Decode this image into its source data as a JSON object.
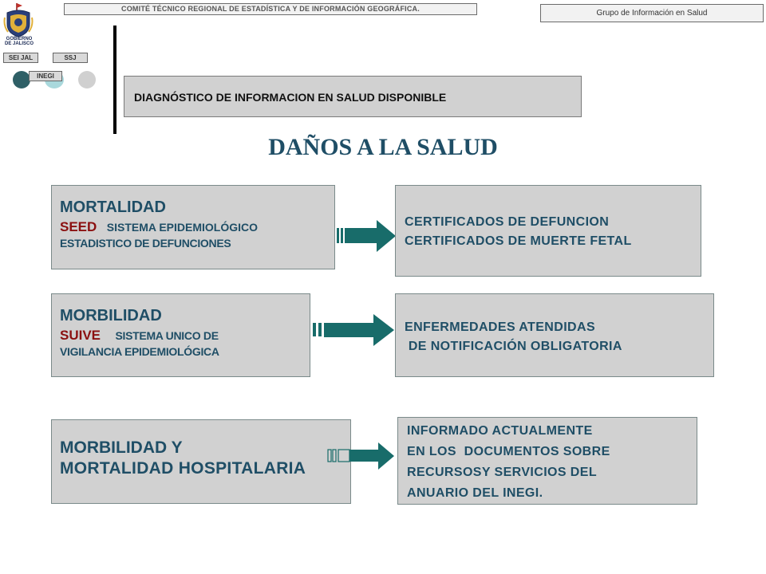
{
  "header": {
    "committee": "COMITÉ TÉCNICO REGIONAL DE ESTADÍSTICA Y DE INFORMACIÓN GEOGRÁFICA.",
    "group": "Grupo de Información en Salud"
  },
  "logo": {
    "text_line1": "GOBIERNO",
    "text_line2": "DE JALISCO"
  },
  "tags": {
    "sei": "SEI JAL",
    "ssj": "SSJ",
    "inegi": "INEGI"
  },
  "subtitle": "DIAGNÓSTICO DE INFORMACION EN SALUD DISPONIBLE",
  "title": "DAÑOS A LA SALUD",
  "colors": {
    "teal": "#1f4e66",
    "arrow": "#186c6a",
    "box_bg": "#d1d1d1",
    "code_red": "#8b1010"
  },
  "rows": [
    {
      "left_heading": "MORTALIDAD",
      "left_code": "SEED",
      "left_desc1": "SISTEMA EPIDEMIOLÓGICO",
      "left_desc2": "ESTADISTICO DE DEFUNCIONES",
      "right_line1": "CERTIFICADOS DE DEFUNCION",
      "right_line2": "CERTIFICADOS DE MUERTE FETAL"
    },
    {
      "left_heading": "MORBILIDAD",
      "left_code": "SUIVE",
      "left_desc1": "SISTEMA UNICO DE",
      "left_desc2": "VIGILANCIA EPIDEMIOLÓGICA",
      "right_line1": "ENFERMEDADES ATENDIDAS",
      "right_line2": " DE NOTIFICACIÓN OBLIGATORIA"
    },
    {
      "left_heading1": "MORBILIDAD Y",
      "left_heading2": "MORTALIDAD HOSPITALARIA",
      "right_line1": "INFORMADO ACTUALMENTE",
      "right_line2": "EN LOS  DOCUMENTOS SOBRE",
      "right_line3": "RECURSOSY SERVICIOS DEL",
      "right_line4": "ANUARIO DEL INEGI."
    }
  ]
}
